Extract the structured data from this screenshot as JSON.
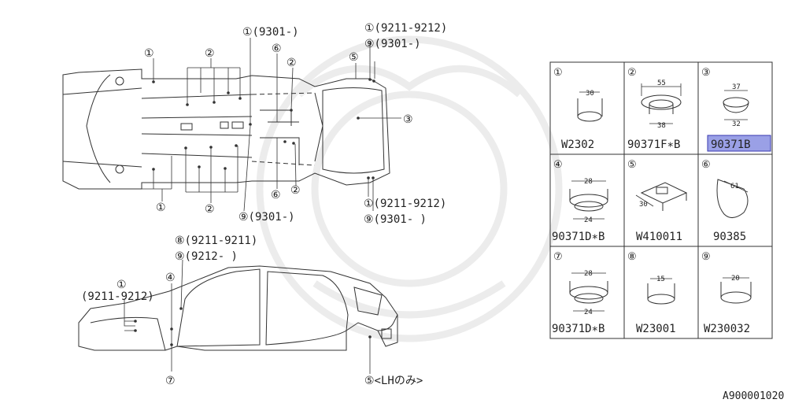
{
  "figure_id": "A900001020",
  "callouts": {
    "top_1_9301": "①(9301-)",
    "top_1_9211_9212": "①(9211-9212)",
    "top_9_9301": "⑨(9301-)",
    "top_1_left": "①",
    "top_2": "②",
    "top_6": "⑥",
    "top_2b": "②",
    "top_5": "⑤",
    "side_3": "③",
    "bot_1_9211_9212": "①(9211-9212)",
    "bot_9_9301": "⑨(9301-        )",
    "bot_6": "⑥",
    "bot_2b": "②",
    "bot_9_9301b": "⑨(9301-)",
    "bot_2": "②",
    "bot_1": "①",
    "side_8": "⑧(9211-9211)",
    "side_9": "⑨(9212-       )",
    "side_1": "①",
    "side_1_range": "(9211-9212)",
    "side_4": "④",
    "side_7": "⑦",
    "side_5_lh": "⑤<LHのみ>"
  },
  "parts": [
    {
      "num": "①",
      "code": "W2302",
      "dims": [
        "30"
      ]
    },
    {
      "num": "②",
      "code": "90371F∗B",
      "dims": [
        "55",
        "38"
      ]
    },
    {
      "num": "③",
      "code": "90371B",
      "dims": [
        "37",
        "32"
      ],
      "highlight": true
    },
    {
      "num": "④",
      "code": "90371D∗B",
      "dims": [
        "28",
        "24"
      ]
    },
    {
      "num": "⑤",
      "code": "W410011",
      "dims": [
        "30"
      ]
    },
    {
      "num": "⑥",
      "code": "90385",
      "dims": [
        "61"
      ]
    },
    {
      "num": "⑦",
      "code": "90371D∗B",
      "dims": [
        "28",
        "24"
      ]
    },
    {
      "num": "⑧",
      "code": "W23001",
      "dims": [
        "15"
      ]
    },
    {
      "num": "⑨",
      "code": "W230032",
      "dims": [
        "20"
      ]
    }
  ],
  "colors": {
    "highlight_bg": "#9aa0e6",
    "highlight_border": "#3a3ab0",
    "line": "#333333"
  }
}
